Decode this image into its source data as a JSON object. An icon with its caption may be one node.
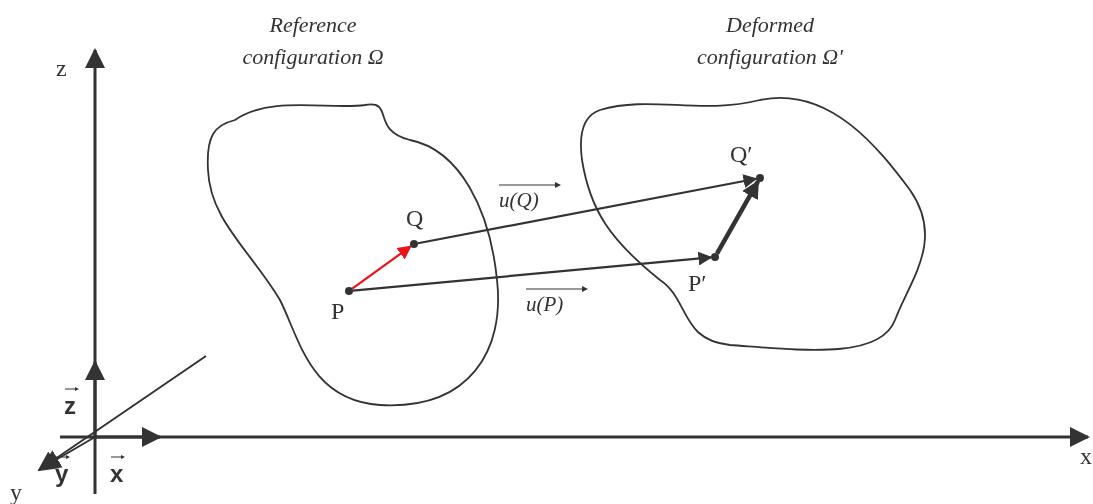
{
  "diagram": {
    "nodes": [
      {
        "text": [
          "Reference configuration Ω"
        ]
      },
      {
        "text": [
          "Q"
        ],
        "in": 0
      },
      {
        "text": [
          "P"
        ],
        "in": 0
      },
      {
        "text": [
          "Deformed configuration Ω′"
        ]
      },
      {
        "text": [
          "Q′"
        ],
        "in": 3
      },
      {
        "text": [
          "P′"
        ],
        "in": 3
      }
    ],
    "edges": [
      {
        "from": 2,
        "to": 1,
        "arrow": "to",
        "color": "#e8141b"
      },
      {
        "from": 1,
        "to": 4,
        "arrow": "to",
        "label": "u(Q)"
      },
      {
        "from": 2,
        "to": 5,
        "arrow": "to",
        "label": "u(P)"
      },
      {
        "from": 5,
        "to": 4,
        "arrow": "to",
        "style": "thick"
      }
    ],
    "labels": [
      "z",
      "z",
      "y",
      "x",
      "y",
      "x"
    ]
  }
}
